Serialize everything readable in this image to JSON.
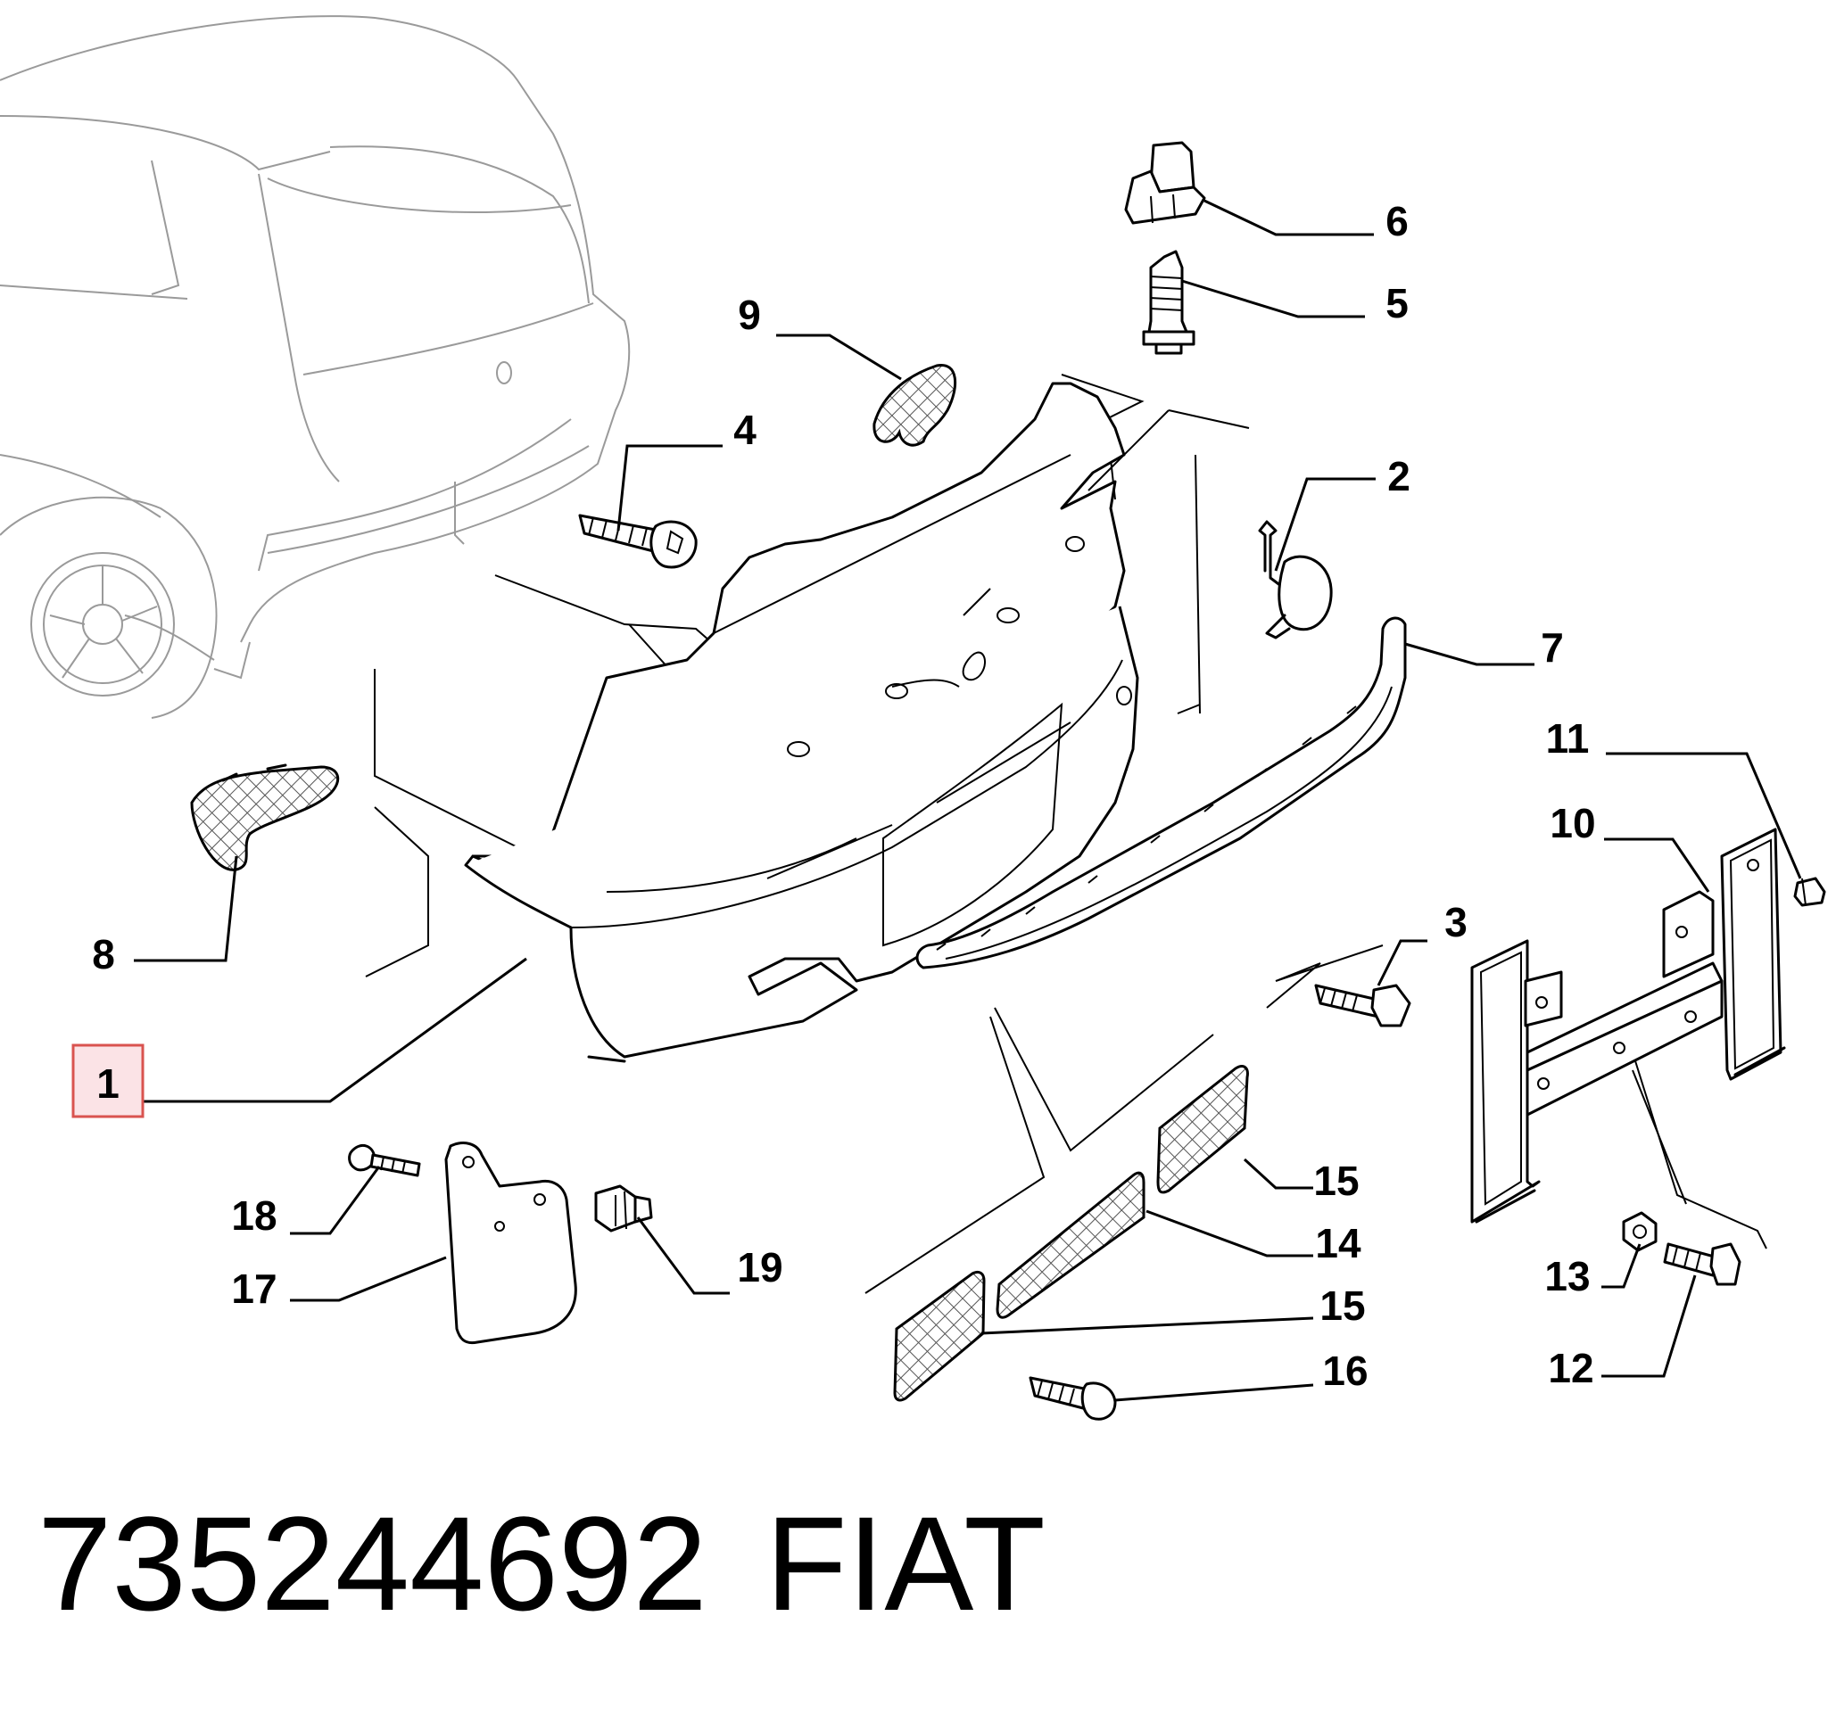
{
  "diagram": {
    "callouts": [
      {
        "num": "1",
        "highlighted": true
      },
      {
        "num": "2"
      },
      {
        "num": "3"
      },
      {
        "num": "4"
      },
      {
        "num": "5"
      },
      {
        "num": "6"
      },
      {
        "num": "7"
      },
      {
        "num": "8"
      },
      {
        "num": "9"
      },
      {
        "num": "10"
      },
      {
        "num": "11"
      },
      {
        "num": "12"
      },
      {
        "num": "13"
      },
      {
        "num": "14"
      },
      {
        "num": "15"
      },
      {
        "num": "15"
      },
      {
        "num": "16"
      },
      {
        "num": "17"
      },
      {
        "num": "18"
      },
      {
        "num": "19"
      }
    ],
    "highlight_color": "#d9534f",
    "highlight_fill": "#fbe3e6"
  },
  "footer": {
    "part_number": "735244692",
    "brand": "FIAT"
  }
}
